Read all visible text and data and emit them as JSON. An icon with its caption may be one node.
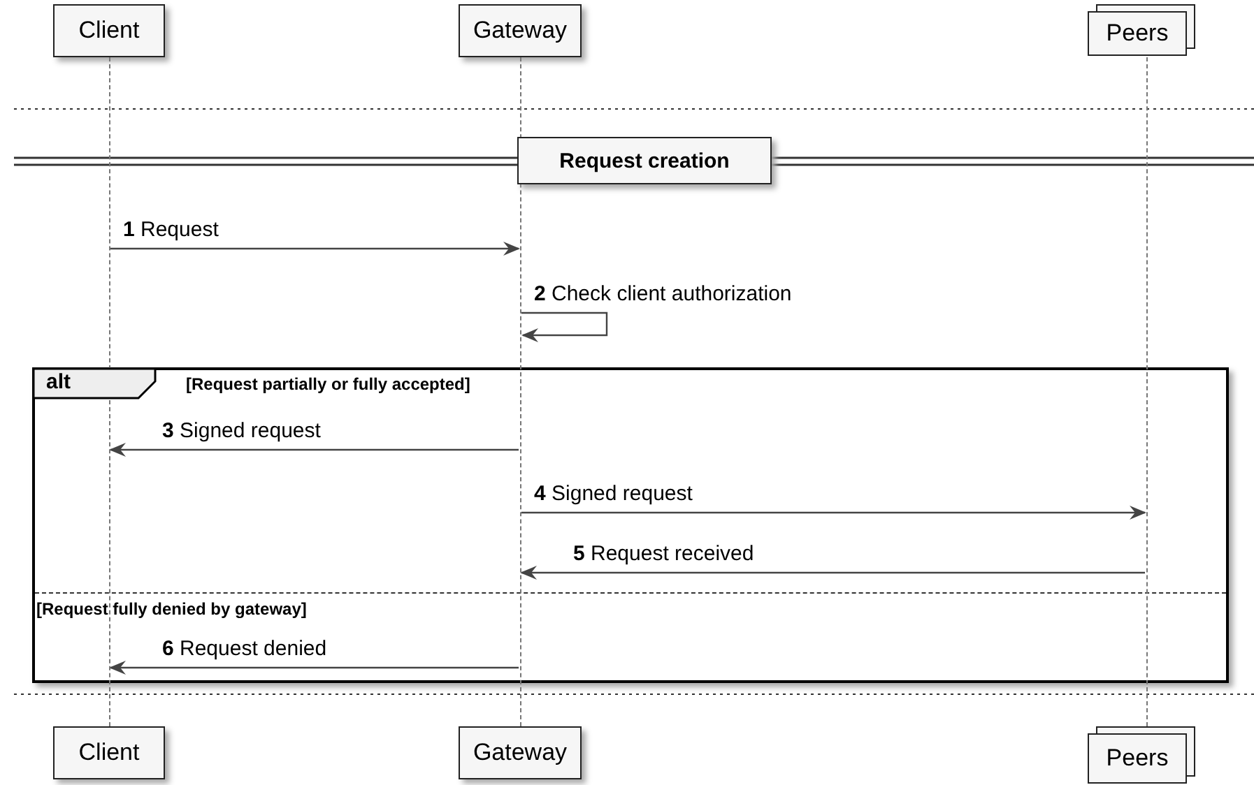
{
  "diagram": {
    "nodes": [
      {
        "text": [
          "Client"
        ]
      },
      {
        "text": [
          "Gateway"
        ]
      },
      {
        "text": [
          "Peers"
        ]
      },
      {
        "text": [],
        "shape": "line"
      },
      {
        "text": [],
        "shape": "line"
      },
      {
        "text": [],
        "shape": "line"
      },
      {
        "text": [
          "Request creation"
        ]
      },
      {
        "text": [
          "alt"
        ]
      },
      {
        "text": [
          "Client"
        ]
      },
      {
        "text": [
          "Gateway"
        ]
      },
      {
        "text": [
          "Peers"
        ]
      }
    ],
    "edges": [
      {
        "from": 3,
        "to": 4,
        "arrow": "to",
        "label": "**1** Request"
      },
      {
        "from": 4,
        "to": 4,
        "arrow": "to",
        "label": "**2** Check client authorization"
      },
      {
        "from": 4,
        "to": 3,
        "arrow": "to",
        "label": "**3** Signed request"
      },
      {
        "from": 4,
        "to": 5,
        "arrow": "to",
        "label": "**4** Signed request"
      },
      {
        "from": 5,
        "to": 4,
        "arrow": "to",
        "label": "**5** Request received"
      },
      {
        "from": 4,
        "to": 3,
        "arrow": "to",
        "label": "**6** Request denied"
      }
    ],
    "labels": [
      "[Request partially or fully accepted]",
      "[Request fully denied by gateway]"
    ]
  }
}
